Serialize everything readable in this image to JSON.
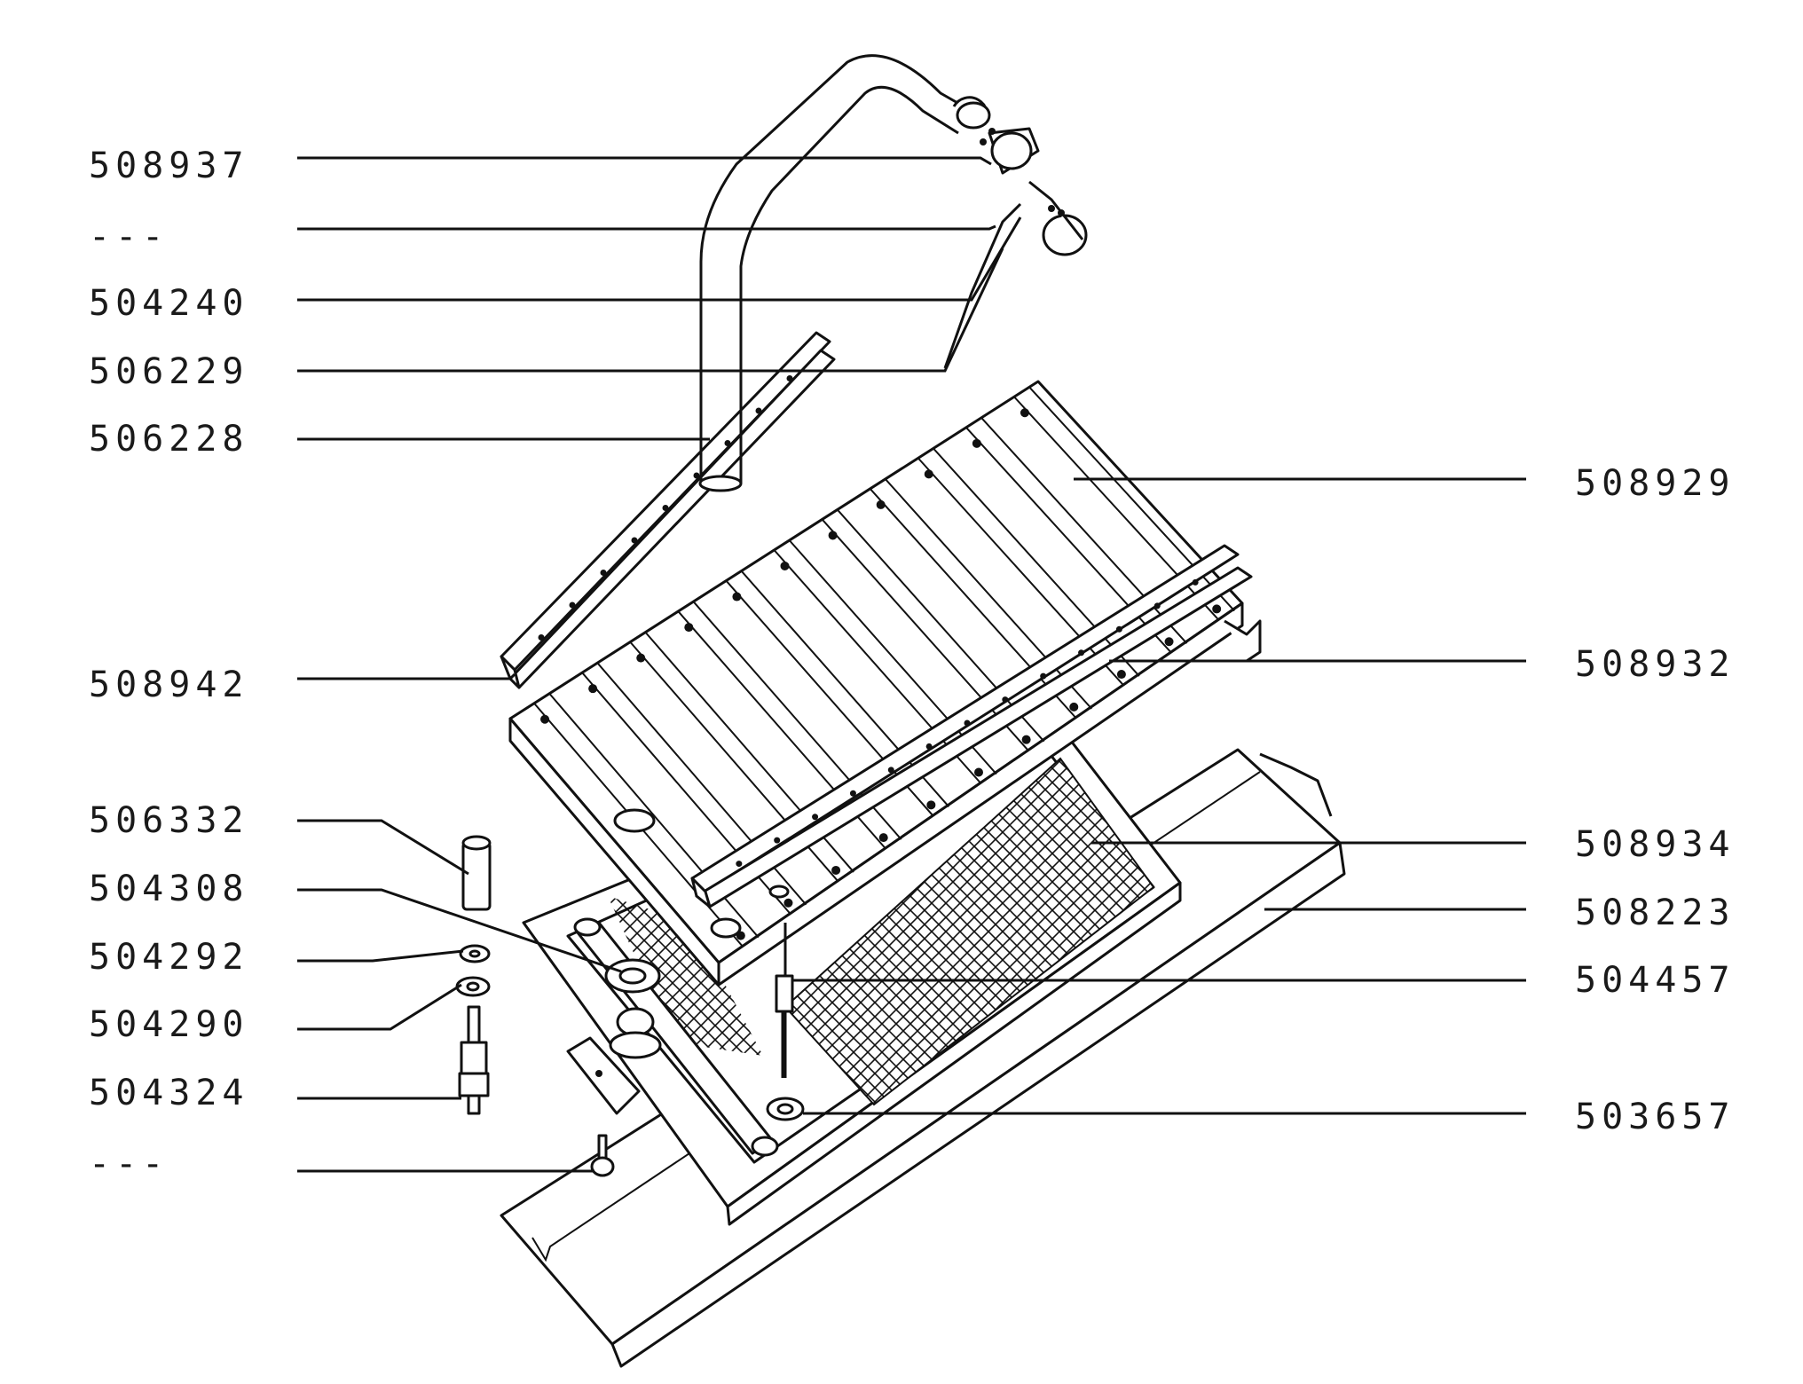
{
  "diagram": {
    "left_labels": [
      "508937",
      "---",
      "504240",
      "506229",
      "506228",
      "508942",
      "506332",
      "504308",
      "504292",
      "504290",
      "504324",
      "---"
    ],
    "right_labels": [
      "508929",
      "508932",
      "508934",
      "508223",
      "504457",
      "503657"
    ]
  }
}
